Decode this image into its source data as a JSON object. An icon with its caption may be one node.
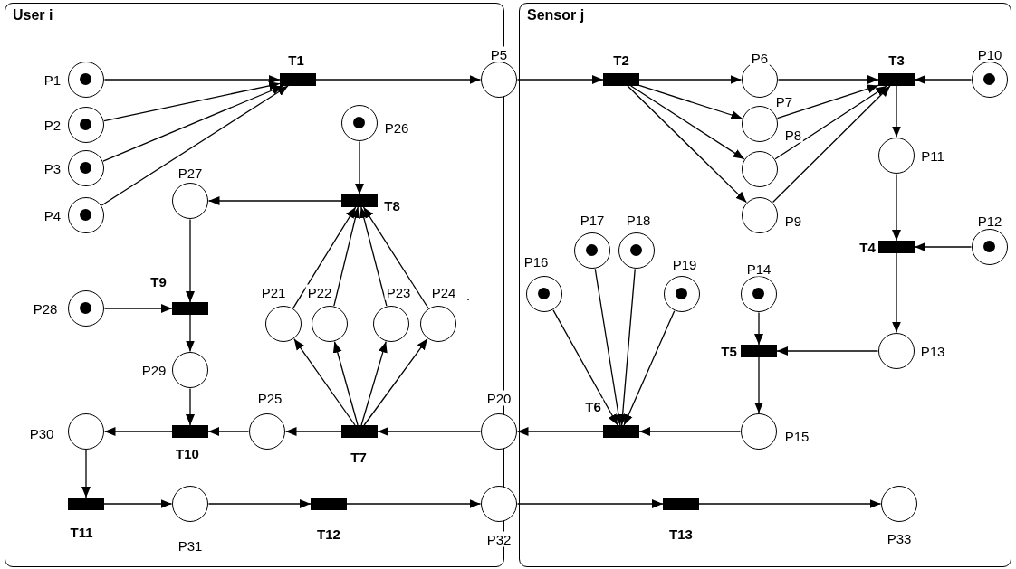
{
  "diagram": {
    "nodes": [
      {
        "text": [
          "User i"
        ]
      },
      {
        "text": [
          "Sensor j"
        ]
      },
      {
        "text": [],
        "shape": "token",
        "beside": [
          "P1"
        ],
        "in": 0
      },
      {
        "text": [],
        "shape": "token",
        "beside": [
          "P2"
        ],
        "in": 0
      },
      {
        "text": [],
        "shape": "token",
        "beside": [
          "P3"
        ],
        "in": 0
      },
      {
        "text": [],
        "shape": "token",
        "beside": [
          "P4"
        ],
        "in": 0
      },
      {
        "text": [],
        "shape": "bar",
        "beside": [
          "T1"
        ],
        "in": 0
      },
      {
        "text": [],
        "shape": "circle",
        "beside": [
          "P5"
        ]
      },
      {
        "text": [],
        "shape": "bar",
        "beside": [
          "T2"
        ],
        "in": 1
      },
      {
        "text": [],
        "shape": "circle",
        "beside": [
          "P6"
        ],
        "in": 1
      },
      {
        "text": [],
        "shape": "circle",
        "beside": [
          "P7"
        ],
        "in": 1
      },
      {
        "text": [],
        "shape": "circle",
        "beside": [
          "P8"
        ],
        "in": 1
      },
      {
        "text": [],
        "shape": "circle",
        "beside": [
          "P9"
        ],
        "in": 1
      },
      {
        "text": [],
        "shape": "bar",
        "beside": [
          "T3"
        ],
        "in": 1
      },
      {
        "text": [],
        "shape": "token",
        "beside": [
          "P10"
        ],
        "in": 1
      },
      {
        "text": [],
        "shape": "circle",
        "beside": [
          "P11"
        ],
        "in": 1
      },
      {
        "text": [],
        "shape": "bar",
        "beside": [
          "T4"
        ],
        "in": 1
      },
      {
        "text": [],
        "shape": "token",
        "beside": [
          "P12"
        ],
        "in": 1
      },
      {
        "text": [],
        "shape": "circle",
        "beside": [
          "P13"
        ],
        "in": 1
      },
      {
        "text": [],
        "shape": "bar",
        "beside": [
          "T5"
        ],
        "in": 1
      },
      {
        "text": [],
        "shape": "token",
        "beside": [
          "P14"
        ],
        "in": 1
      },
      {
        "text": [],
        "shape": "circle",
        "beside": [
          "P15"
        ],
        "in": 1
      },
      {
        "text": [],
        "shape": "bar",
        "beside": [
          "T6"
        ],
        "in": 1
      },
      {
        "text": [],
        "shape": "token",
        "beside": [
          "P16"
        ],
        "in": 1
      },
      {
        "text": [],
        "shape": "token",
        "beside": [
          "P17"
        ],
        "in": 1
      },
      {
        "text": [],
        "shape": "token",
        "beside": [
          "P18"
        ],
        "in": 1
      },
      {
        "text": [],
        "shape": "token",
        "beside": [
          "P19"
        ],
        "in": 1
      },
      {
        "text": [],
        "shape": "circle",
        "beside": [
          "P20"
        ]
      },
      {
        "text": [],
        "shape": "circle",
        "beside": [
          "P32"
        ]
      },
      {
        "text": [],
        "shape": "bar",
        "beside": [
          "T13"
        ],
        "in": 1
      },
      {
        "text": [],
        "shape": "circle",
        "beside": [
          "P33"
        ],
        "in": 1
      },
      {
        "text": [],
        "shape": "token",
        "beside": [
          "P26"
        ],
        "in": 0
      },
      {
        "text": [],
        "shape": "bar",
        "beside": [
          "T8"
        ],
        "in": 0
      },
      {
        "text": [],
        "shape": "circle",
        "beside": [
          "P27"
        ],
        "in": 0
      },
      {
        "text": [],
        "shape": "bar",
        "beside": [
          "T9"
        ],
        "in": 0
      },
      {
        "text": [],
        "shape": "token",
        "beside": [
          "P28"
        ],
        "in": 0
      },
      {
        "text": [],
        "shape": "circle",
        "beside": [
          "P29"
        ],
        "in": 0
      },
      {
        "text": [],
        "shape": "bar",
        "beside": [
          "T10"
        ],
        "in": 0
      },
      {
        "text": [],
        "shape": "circle",
        "beside": [
          "P30"
        ],
        "in": 0
      },
      {
        "text": [],
        "shape": "circle",
        "beside": [
          "P25"
        ],
        "in": 0
      },
      {
        "text": [],
        "shape": "bar",
        "beside": [
          "T7"
        ],
        "in": 0
      },
      {
        "text": [],
        "shape": "circle",
        "beside": [
          "P21"
        ],
        "in": 0
      },
      {
        "text": [],
        "shape": "circle",
        "beside": [
          "P22"
        ],
        "in": 0
      },
      {
        "text": [],
        "shape": "circle",
        "beside": [
          "P23"
        ],
        "in": 0
      },
      {
        "text": [],
        "shape": "circle",
        "beside": [
          "P24",
          "."
        ],
        "in": 0
      },
      {
        "text": [],
        "shape": "bar",
        "beside": [
          "T11"
        ],
        "in": 0
      },
      {
        "text": [],
        "shape": "circle",
        "beside": [
          "P31"
        ],
        "in": 0
      },
      {
        "text": [],
        "shape": "bar",
        "beside": [
          "T12"
        ],
        "in": 0
      }
    ],
    "edges": [
      {
        "from": 2,
        "to": 6,
        "arrow": "to"
      },
      {
        "from": 3,
        "to": 6,
        "arrow": "to"
      },
      {
        "from": 4,
        "to": 6,
        "arrow": "to"
      },
      {
        "from": 5,
        "to": 6,
        "arrow": "to"
      },
      {
        "from": 6,
        "to": 7,
        "arrow": "to"
      },
      {
        "from": 7,
        "to": 8,
        "arrow": "to"
      },
      {
        "from": 8,
        "to": 9,
        "arrow": "to"
      },
      {
        "from": 8,
        "to": 10,
        "arrow": "to"
      },
      {
        "from": 8,
        "to": 11,
        "arrow": "to"
      },
      {
        "from": 8,
        "to": 12,
        "arrow": "to"
      },
      {
        "from": 9,
        "to": 13,
        "arrow": "to"
      },
      {
        "from": 10,
        "to": 13,
        "arrow": "to"
      },
      {
        "from": 11,
        "to": 13,
        "arrow": "to"
      },
      {
        "from": 12,
        "to": 13,
        "arrow": "to"
      },
      {
        "from": 14,
        "to": 13,
        "arrow": "to"
      },
      {
        "from": 13,
        "to": 15,
        "arrow": "to"
      },
      {
        "from": 15,
        "to": 16,
        "arrow": "to"
      },
      {
        "from": 17,
        "to": 16,
        "arrow": "to"
      },
      {
        "from": 16,
        "to": 18,
        "arrow": "to"
      },
      {
        "from": 18,
        "to": 19,
        "arrow": "to"
      },
      {
        "from": 20,
        "to": 19,
        "arrow": "to"
      },
      {
        "from": 19,
        "to": 21,
        "arrow": "to"
      },
      {
        "from": 21,
        "to": 22,
        "arrow": "to"
      },
      {
        "from": 23,
        "to": 22,
        "arrow": "to"
      },
      {
        "from": 24,
        "to": 22,
        "arrow": "to"
      },
      {
        "from": 25,
        "to": 22,
        "arrow": "to"
      },
      {
        "from": 26,
        "to": 22,
        "arrow": "to"
      },
      {
        "from": 22,
        "to": 27,
        "arrow": "to"
      },
      {
        "from": 27,
        "to": 40,
        "arrow": "to"
      },
      {
        "from": 40,
        "to": 39,
        "arrow": "to"
      },
      {
        "from": 39,
        "to": 37,
        "arrow": "to"
      },
      {
        "from": 37,
        "to": 38,
        "arrow": "to"
      },
      {
        "from": 38,
        "to": 45,
        "arrow": "to"
      },
      {
        "from": 45,
        "to": 46,
        "arrow": "to"
      },
      {
        "from": 46,
        "to": 47,
        "arrow": "to"
      },
      {
        "from": 47,
        "to": 28,
        "arrow": "to"
      },
      {
        "from": 28,
        "to": 29,
        "arrow": "to"
      },
      {
        "from": 29,
        "to": 30,
        "arrow": "to"
      },
      {
        "from": 40,
        "to": 41,
        "arrow": "to"
      },
      {
        "from": 40,
        "to": 42,
        "arrow": "to"
      },
      {
        "from": 40,
        "to": 43,
        "arrow": "to"
      },
      {
        "from": 40,
        "to": 44,
        "arrow": "to"
      },
      {
        "from": 41,
        "to": 32,
        "arrow": "to"
      },
      {
        "from": 42,
        "to": 32,
        "arrow": "to"
      },
      {
        "from": 43,
        "to": 32,
        "arrow": "to"
      },
      {
        "from": 44,
        "to": 32,
        "arrow": "to"
      },
      {
        "from": 31,
        "to": 32,
        "arrow": "to"
      },
      {
        "from": 32,
        "to": 33,
        "arrow": "to"
      },
      {
        "from": 33,
        "to": 34,
        "arrow": "to"
      },
      {
        "from": 35,
        "to": 34,
        "arrow": "to"
      },
      {
        "from": 34,
        "to": 36,
        "arrow": "to"
      },
      {
        "from": 36,
        "to": 37,
        "arrow": "to"
      }
    ]
  }
}
